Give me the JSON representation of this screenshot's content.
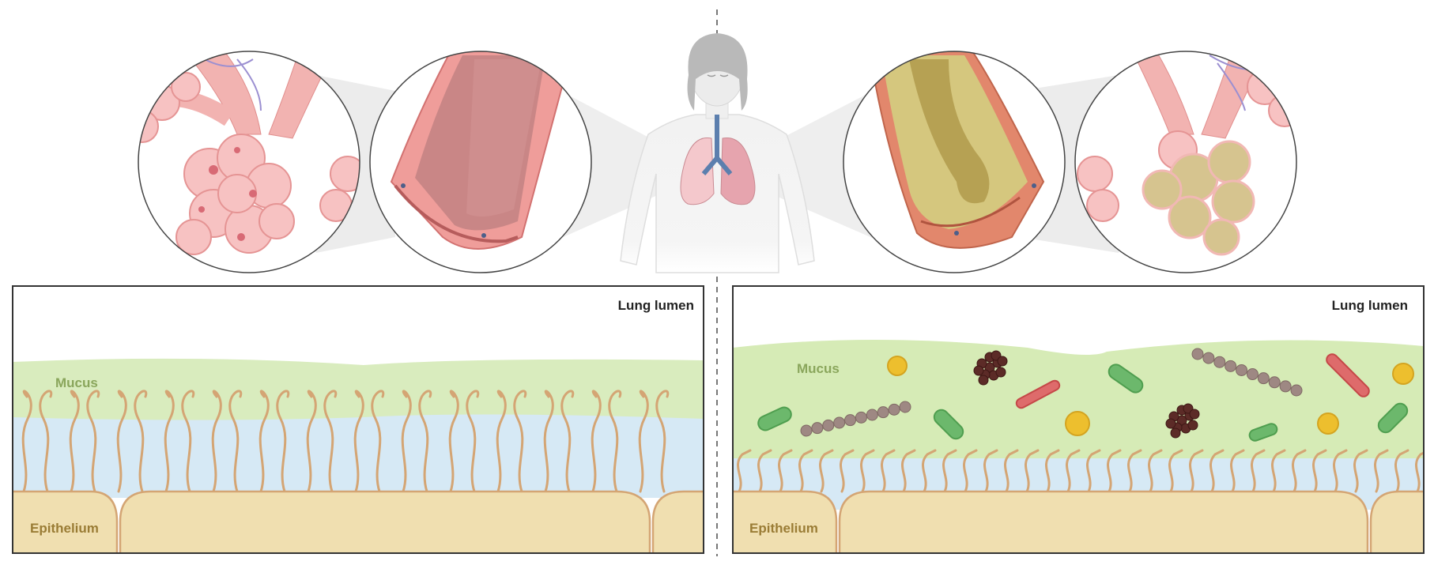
{
  "left_panel": {
    "corner_label": "Lung lumen",
    "mucus_label": "Mucus",
    "epithelium_label": "Epithelium"
  },
  "right_panel": {
    "corner_label": "Lung lumen",
    "mucus_label": "Mucus",
    "epithelium_label": "Epithelium"
  },
  "colors": {
    "mucus_healthy": "#d9ecbe",
    "mucus_diseased": "#d6ebb6",
    "periciliary_fluid": "#d6e9f5",
    "epithelium": "#f0dfb0",
    "cilia": "#d4a574",
    "tissue_pink": "#e8a6a4",
    "diseased_mucus_plug": "#c8b36c"
  },
  "icons": [
    "human-figure-icon",
    "lungs-icon",
    "alveoli-icon",
    "airway-icon",
    "bacteria-icon"
  ]
}
